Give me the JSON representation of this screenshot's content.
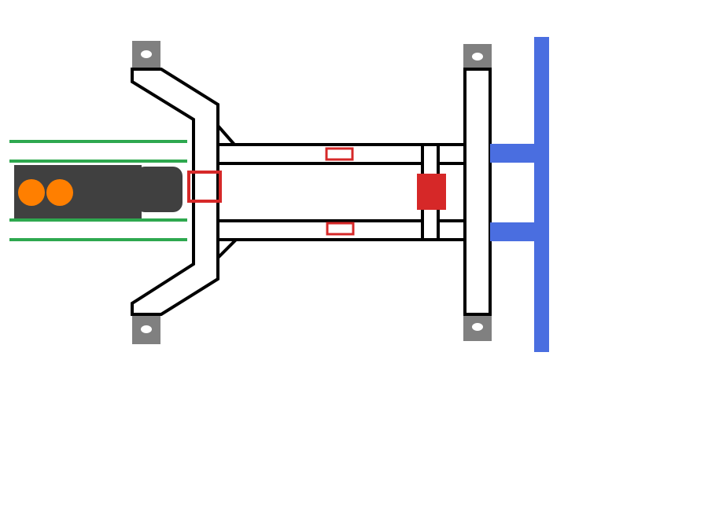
{
  "diagram": {
    "labels": [],
    "colors": {
      "background": "#ffffff",
      "outline": "#000000",
      "rail_green": "#2ea84f",
      "vehicle_body": "#404040",
      "wheels_orange": "#ff7f00",
      "sensor_red": "#d62828",
      "bracket_grey": "#808080",
      "blue_bar": "#4a6ee0"
    },
    "parts": {
      "rails": "green-rail-lines",
      "vehicle": "dark-vehicle-with-orange-wheels",
      "front_frame": "chevron-frame",
      "beams": "two-horizontal-beams",
      "sensors": "red-marker-boxes",
      "rear_plate": "vertical-end-plate",
      "brackets": "grey-mounting-tabs",
      "blue_structure": "blue-t-bar-assembly"
    }
  }
}
